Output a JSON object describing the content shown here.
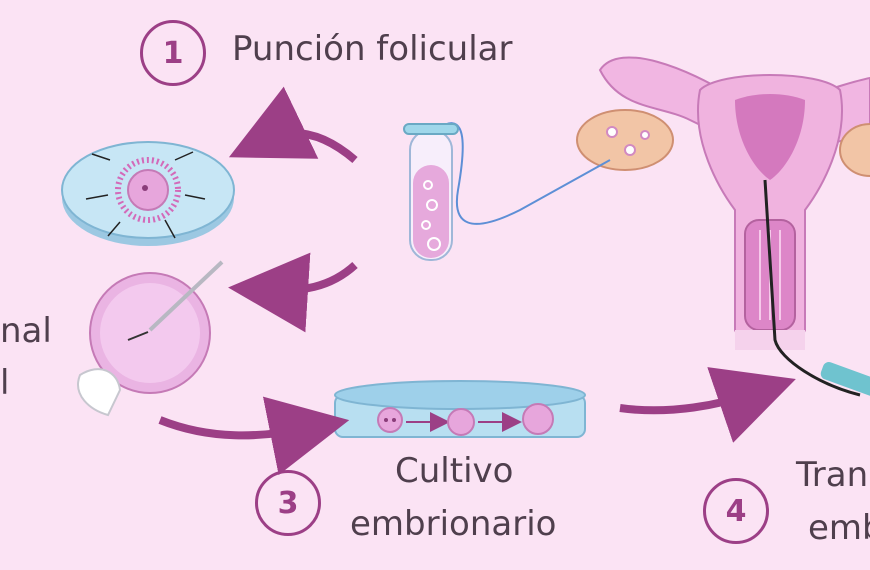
{
  "steps": [
    {
      "number": "1",
      "label": "Punción folicular"
    },
    {
      "number": "3",
      "label_line1": "Cultivo",
      "label_line2": "embrionario"
    },
    {
      "number": "4",
      "label_line1": "Tran",
      "label_line2": "emb"
    }
  ],
  "cropped_left_labels": [
    "nal",
    "l"
  ],
  "colors": {
    "background": "#fbe3f4",
    "accent": "#9c3f86",
    "text": "#4f3f4d",
    "dish_blue": "#bfe1f2",
    "cell_pink": "#e7a6dc"
  }
}
